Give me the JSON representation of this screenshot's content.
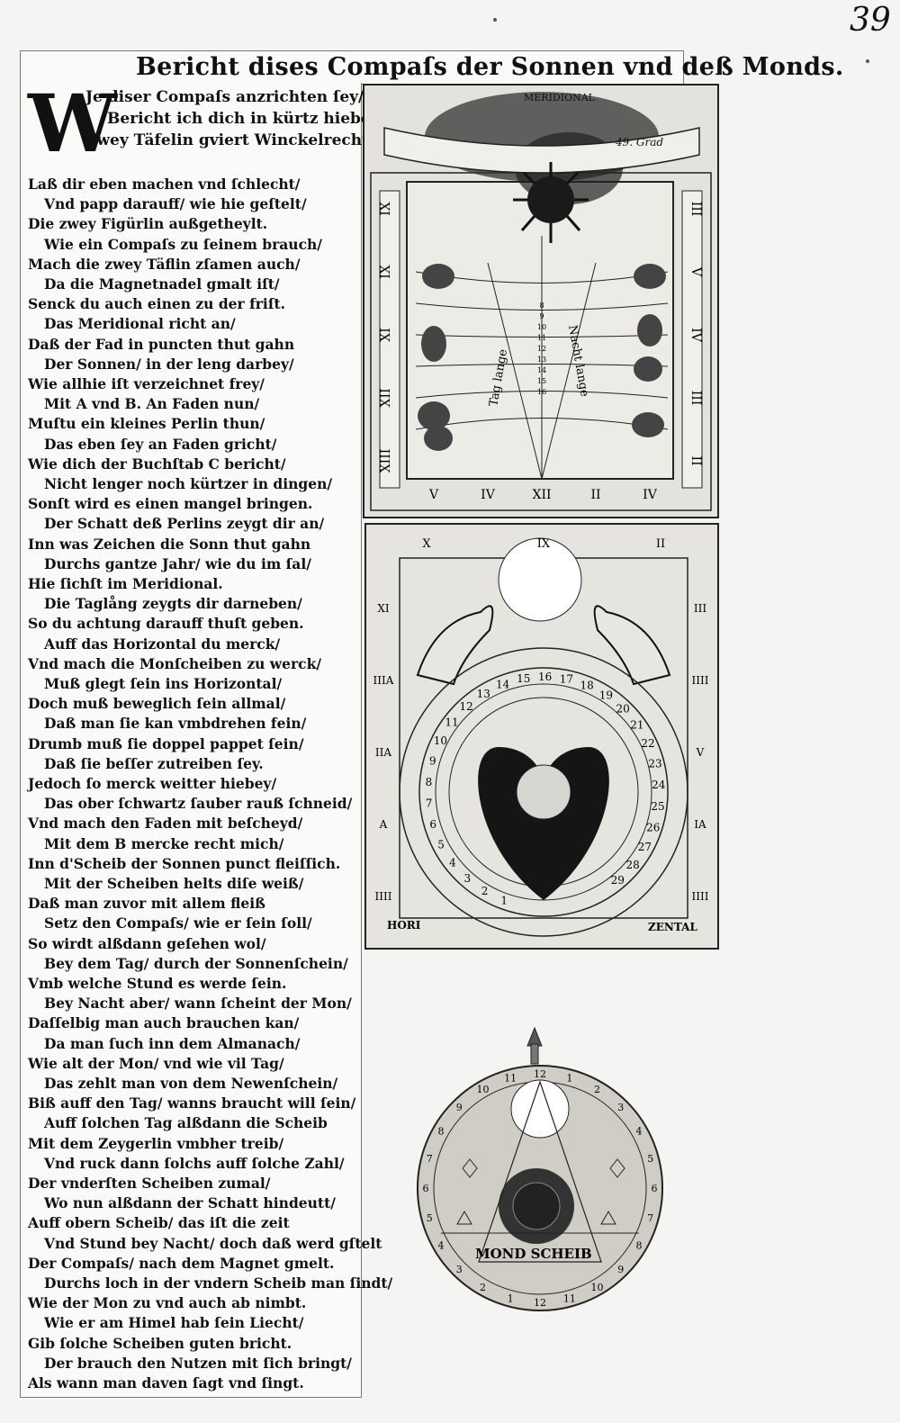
{
  "page_number": "39",
  "title": "Bericht dises Compaſs der Sonnen vnd deß Monds.",
  "drop_cap": "W",
  "intro_lines": [
    "Je diser Compaſs anzrichten ſey/",
    "Bericht ich dich in kürtz hiebey/",
    "Zwey Täfelin gviert Winckelrecht/"
  ],
  "verse_lines": [
    "Laß dir eben machen vnd ſchlecht/",
    "Vnd papp darauff/ wie hie geſtelt/",
    "Die zwey Figürlin außgetheylt.",
    "Wie ein Compaſs zu ſeinem brauch/",
    "Mach die zwey Täflin zſamen auch/",
    "Da die Magnetnadel gmalt iſt/",
    "Senck du auch einen zu der friſt.",
    "Das Meridional richt an/",
    "Daß der Fad in puncten thut gahn",
    "Der Sonnen/ in der leng darbey/",
    "Wie allhie iſt verzeichnet frey/",
    "Mit A vnd B. An Faden nun/",
    "Muſtu ein kleines Perlin thun/",
    "Das eben ſey an Faden gricht/",
    "Wie dich der Buchſtab C bericht/",
    "Nicht lenger noch kürtzer in dingen/",
    "Sonſt wird es einen mangel bringen.",
    "Der Schatt deß Perlins zeygt dir an/",
    "Inn was Zeichen die Sonn thut gahn",
    "Durchs gantze Jahr/ wie du im ſal/",
    "Hie ſichſt im Meridional.",
    "Die Taglång zeygts dir darneben/",
    "So du achtung darauff thuſt geben.",
    "Auff das Horizontal du merck/",
    "Vnd mach die Monſcheiben zu werck/",
    "Muß glegt ſein ins Horizontal/",
    "Doch muß beweglich ſein allmal/",
    "Daß man ſie kan vmbdrehen fein/",
    "Drumb muß ſie doppel pappet ſein/",
    "Daß ſie beſſer zutreiben ſey.",
    "Jedoch ſo merck weitter hiebey/",
    "Das ober ſchwartz ſauber rauß ſchneid/",
    "Vnd mach den Faden mit beſcheyd/",
    "Mit dem B mercke recht mich/",
    "Inn d'Scheib der Sonnen punct fleiſſich.",
    "Mit der Scheiben helts diſe weiß/",
    "Daß man zuvor mit allem fleiß",
    "Setz den Compaſs/ wie er ſein ſoll/",
    "So wirdt alßdann geſehen wol/",
    "Bey dem Tag/ durch der Sonnenſchein/",
    "Vmb welche Stund es werde ſein.",
    "Bey Nacht aber/ wann ſcheint der Mon/",
    "Daſſelbig man auch brauchen kan/",
    "Da man ſuch inn dem Almanach/",
    "Wie alt der Mon/ vnd wie vil Tag/",
    "Das zehlt man von dem Newenſchein/",
    "Biß auff den Tag/ wanns braucht will ſein/",
    "Auff ſolchen Tag alßdann die Scheib",
    "Mit dem Zeygerlin vmbher treib/",
    "Vnd ruck dann ſolchs auff ſolche Zahl/",
    "Der vnderſten Scheiben zumal/",
    "Wo nun alßdann der Schatt hindeutt/",
    "Auff obern Scheib/ das iſt die zeit",
    "Vnd Stund bey Nacht/ doch daß werd gſtelt",
    "Der Compaſs/ nach dem Magnet gmelt.",
    "Durchs loch in der vndern Scheib man ſindt/",
    "Wie der Mon zu vnd auch ab nimbt.",
    "Wie er am Himel hab ſein Liecht/",
    "Gib ſolche Scheiben guten bricht.",
    "Der brauch den Nutzen mit ſich bringt/",
    "Als wann man daven ſagt vnd ſingt."
  ],
  "meridional": {
    "banner_top": "MERIDIONAL",
    "banner_degrees": "49. Grad",
    "left_label": "Tag lange",
    "right_label": "Nacht lange",
    "left_numerals": [
      "IX",
      "IX",
      "XI",
      "XII",
      "XIII"
    ],
    "right_numerals": [
      "III",
      "V",
      "IV",
      "III",
      "II"
    ],
    "bottom_numerals": [
      "V",
      "IV",
      "XII",
      "II",
      "IV"
    ],
    "center_hours": [
      "8",
      "9",
      "10",
      "11",
      "12",
      "13",
      "14",
      "15",
      "16"
    ]
  },
  "horizontal": {
    "label_left": "HORI",
    "label_right": "ZENTAL",
    "top_numerals": [
      "X",
      "IX",
      "II"
    ],
    "left_numerals": [
      "XI",
      "IIIA",
      "IIA",
      "A",
      "IIII"
    ],
    "right_numerals": [
      "III",
      "IIII",
      "V",
      "IA",
      "IIII"
    ],
    "ring_numbers": [
      "1",
      "2",
      "3",
      "4",
      "5",
      "6",
      "7",
      "8",
      "9",
      "10",
      "11",
      "12",
      "13",
      "14",
      "15",
      "16",
      "17",
      "18",
      "19",
      "20",
      "21",
      "22",
      "23",
      "24",
      "25",
      "26",
      "27",
      "28",
      "29"
    ]
  },
  "moon_disc": {
    "label": "MOND SCHEIB",
    "hour_numbers": [
      "12",
      "1",
      "2",
      "3",
      "4",
      "5",
      "6",
      "7",
      "8",
      "9",
      "10",
      "11",
      "12",
      "1",
      "2",
      "3",
      "4",
      "5",
      "6",
      "7",
      "8",
      "9",
      "10",
      "11"
    ]
  }
}
